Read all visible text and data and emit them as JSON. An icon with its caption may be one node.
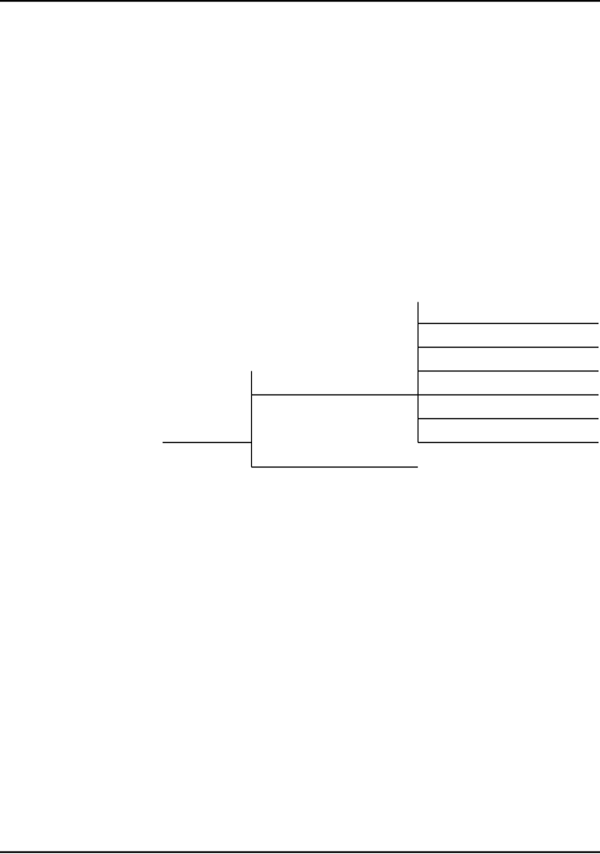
{
  "diagram": {
    "nodes": [
      {
        "text": [],
        "shape": "line"
      },
      {
        "text": [],
        "shape": "line"
      },
      {
        "text": [],
        "shape": "line"
      },
      {
        "text": [],
        "shape": "line"
      },
      {
        "text": [],
        "shape": "line"
      },
      {
        "text": [],
        "shape": "line"
      },
      {
        "text": [],
        "shape": "line"
      },
      {
        "text": [],
        "shape": "line"
      },
      {
        "text": [],
        "shape": "line"
      }
    ],
    "edges": [
      {
        "from": 0,
        "to": 1,
        "arrow": "none"
      },
      {
        "from": 0,
        "to": 2,
        "arrow": "none"
      },
      {
        "from": 1,
        "to": 3,
        "arrow": "none"
      },
      {
        "from": 1,
        "to": 4,
        "arrow": "none"
      },
      {
        "from": 1,
        "to": 5,
        "arrow": "none"
      },
      {
        "from": 1,
        "to": 6,
        "arrow": "none"
      },
      {
        "from": 1,
        "to": 7,
        "arrow": "none"
      },
      {
        "from": 1,
        "to": 8,
        "arrow": "none"
      }
    ]
  }
}
